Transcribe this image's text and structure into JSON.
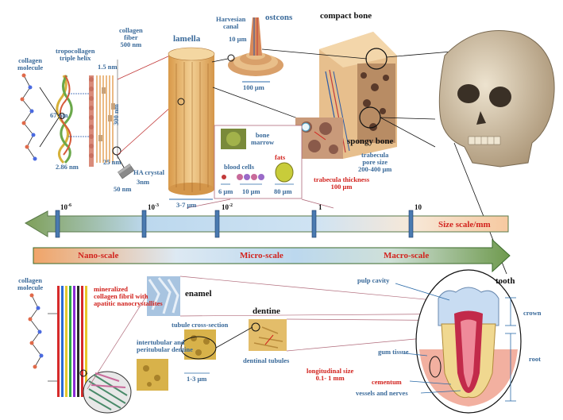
{
  "labels": {
    "collagen_molecule": "collagen\nmolecule",
    "tropocollagen": "tropocollagen\ntriple helix",
    "nm15": "1.5 nm",
    "collagen_fiber": "collagen\nfiber\n500 nm",
    "lamella": "lamella",
    "harvesian": "Harvesian\ncanal",
    "um10_top": "10 μm",
    "ostcons": "ostcons",
    "um100": "100 μm",
    "compact_bone": "compact bone",
    "nm67": "67 nm",
    "nm300": "300 nm",
    "nm286": "2.86 nm",
    "nm25": "25 nm",
    "ha_crystal": "HA crystal",
    "nm3": "3nm",
    "nm50": "50 nm",
    "um37": "3-7 μm",
    "bone_marrow": "bone\nmarrow",
    "blood_cells": "blood cells",
    "fats": "fats",
    "um6": "6 μm",
    "um10_blood": "10 μm",
    "um80": "80 μm",
    "spongy_bone": "spongy bone",
    "trabecula_pore": "trabecula\npore size\n200-400 μm",
    "trabecula_thickness": "trabecula thickness\n100 μm",
    "size_scale": "Size scale/mm",
    "tick_m6": "10",
    "tick_m6_exp": "-6",
    "tick_m3": "10",
    "tick_m3_exp": "-3",
    "tick_m2": "10",
    "tick_m2_exp": "-2",
    "tick_1": "1",
    "tick_10": "10",
    "nano": "Nano-scale",
    "micro": "Micro-scale",
    "macro": "Macro-scale",
    "collagen_molecule_2": "collagen\nmolecule",
    "mineralized": "mineralized\ncollagen fibril with\napatitic nanocrystallites",
    "enamel": "enamel",
    "tubule": "tubule cross-section",
    "intertubular": "intertubular and\nperitubular dentine",
    "um13": "1-3 μm",
    "dentine": "dentine",
    "dentinal": "dentinal tubules",
    "longitudinal": "longitudinal size\n0.1- 1 mm",
    "pulp_cavity": "pulp cavity",
    "tooth": "tooth",
    "crown": "crown",
    "gum_tissue": "gum tissue",
    "root": "root",
    "cementum": "cementum",
    "vessels": "vessels and nerves"
  },
  "colors": {
    "label_blue": "#3a6a9a",
    "label_red": "#d2231e",
    "scale_green": "#7fa05a",
    "scale_blue": "#bcd8ee",
    "scale_orange": "#f0a468",
    "bone_tan": "#e6b977",
    "skull": "#d4c3a5"
  }
}
